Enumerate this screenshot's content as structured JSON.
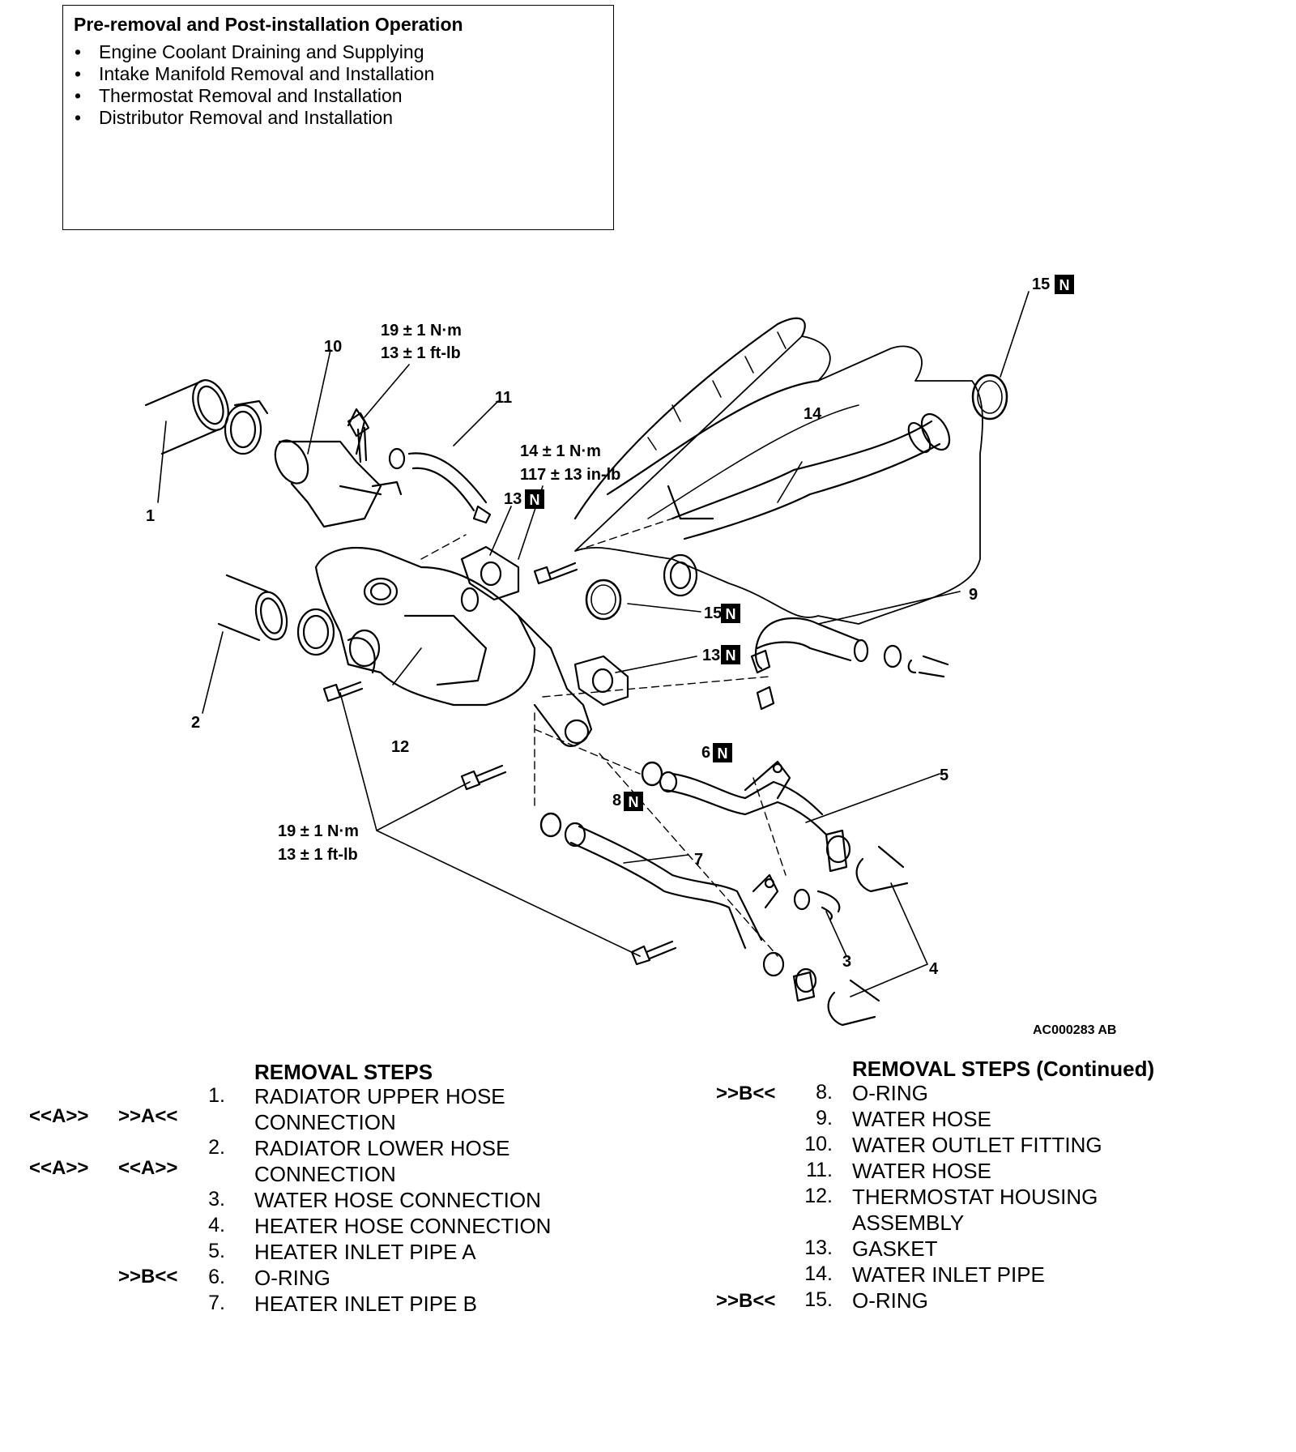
{
  "pre_removal": {
    "title": "Pre-removal and Post-installation Operation",
    "items": [
      "Engine Coolant Draining and Supplying",
      "Intake Manifold Removal and Installation",
      "Thermostat Removal and Installation",
      "Distributor Removal and Installation"
    ]
  },
  "diagram": {
    "callouts": {
      "c1": "1",
      "c2": "2",
      "c3": "3",
      "c4": "4",
      "c5": "5",
      "c6": "6",
      "c7": "7",
      "c8": "8",
      "c9": "9",
      "c10": "10",
      "c11": "11",
      "c12": "12",
      "c13a": "13",
      "c13b": "13",
      "c14": "14",
      "c15a": "15",
      "c15b": "15"
    },
    "badge": "N",
    "torque_top": {
      "nm": "19 ± 1 N·m",
      "ftlb": "13 ± 1 ft-lb"
    },
    "torque_mid": {
      "nm": "14 ± 1 N·m",
      "inlb": "117 ± 13 in-lb"
    },
    "torque_bottom": {
      "nm": "19 ± 1 N·m",
      "ftlb": "13 ± 1 ft-lb"
    },
    "figure_ref": "AC000283 AB"
  },
  "removal_steps": {
    "heading": "REMOVAL STEPS",
    "steps": [
      {
        "mark1": "<<A>>",
        "mark2": ">>A<<",
        "num": "1.",
        "line1": "RADIATOR UPPER HOSE",
        "line2": "CONNECTION"
      },
      {
        "mark1": "<<A>>",
        "mark2": "<<A>>",
        "num": "2.",
        "line1": "RADIATOR LOWER HOSE",
        "line2": "CONNECTION"
      },
      {
        "mark1": "",
        "mark2": "",
        "num": "3.",
        "line1": "WATER HOSE CONNECTION",
        "line2": ""
      },
      {
        "mark1": "",
        "mark2": "",
        "num": "4.",
        "line1": "HEATER HOSE CONNECTION",
        "line2": ""
      },
      {
        "mark1": "",
        "mark2": "",
        "num": "5.",
        "line1": "HEATER INLET PIPE A",
        "line2": ""
      },
      {
        "mark1": "",
        "mark2": ">>B<<",
        "num": "6.",
        "line1": "O-RING",
        "line2": ""
      },
      {
        "mark1": "",
        "mark2": "",
        "num": "7.",
        "line1": "HEATER INLET PIPE B",
        "line2": ""
      }
    ]
  },
  "removal_steps_continued": {
    "heading": "REMOVAL STEPS (Continued)",
    "steps": [
      {
        "mark": ">>B<<",
        "num": "8.",
        "line1": "O-RING",
        "line2": ""
      },
      {
        "mark": "",
        "num": "9.",
        "line1": "WATER HOSE",
        "line2": ""
      },
      {
        "mark": "",
        "num": "10.",
        "line1": "WATER OUTLET FITTING",
        "line2": ""
      },
      {
        "mark": "",
        "num": "11.",
        "line1": "WATER HOSE",
        "line2": ""
      },
      {
        "mark": "",
        "num": "12.",
        "line1": "THERMOSTAT HOUSING",
        "line2": "ASSEMBLY"
      },
      {
        "mark": "",
        "num": "13.",
        "line1": "GASKET",
        "line2": ""
      },
      {
        "mark": "",
        "num": "14.",
        "line1": "WATER INLET PIPE",
        "line2": ""
      },
      {
        "mark": ">>B<<",
        "num": "15.",
        "line1": "O-RING",
        "line2": ""
      }
    ]
  }
}
